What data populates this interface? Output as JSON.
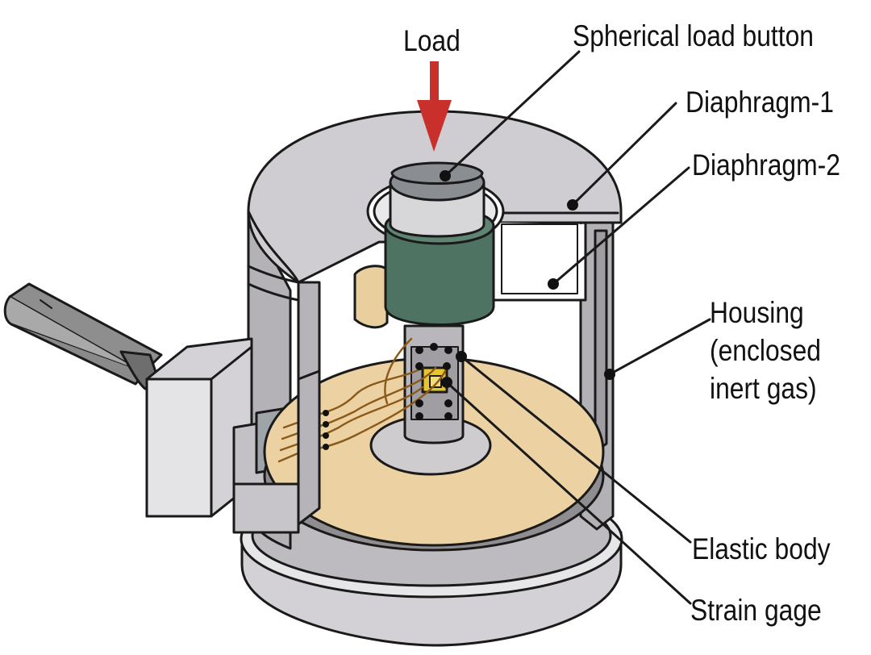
{
  "labels": {
    "load": "Load",
    "spherical_load_button": "Spherical load button",
    "diaphragm_1": "Diaphragm-1",
    "diaphragm_2": "Diaphragm-2",
    "housing": "Housing\n(enclosed\ninert gas)",
    "elastic_body": "Elastic body",
    "strain_gage": "Strain gage"
  },
  "colors": {
    "load_arrow": "#c9302c",
    "housing": "#c9c7cb",
    "load_button": "#8a8d91",
    "collar": "#4f7363",
    "base_plate": "#ecd2a3",
    "strain_gage": "#e7c52d"
  }
}
